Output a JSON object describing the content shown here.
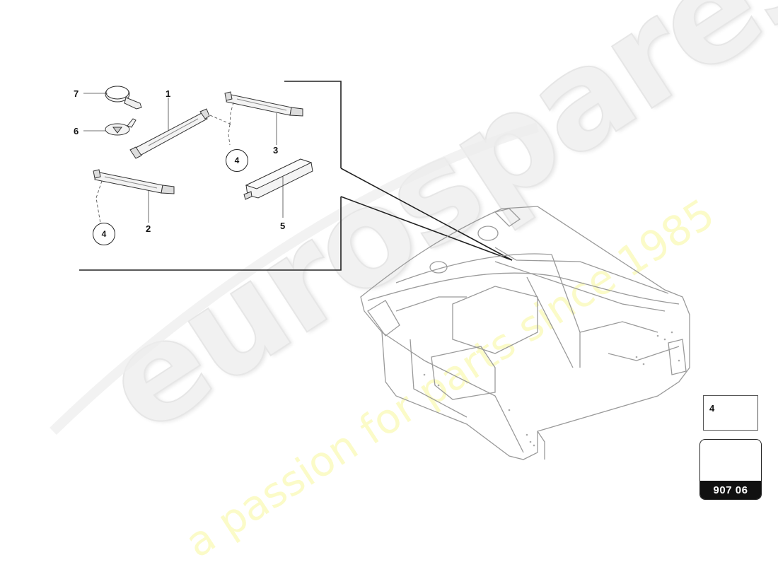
{
  "watermark": {
    "brand": "eurospares",
    "tagline": "a passion for parts since 1985",
    "brand_color": "#f1f1f1",
    "tagline_color": "#fbfbc8"
  },
  "detail_panel": {
    "callouts": [
      {
        "id": "1",
        "label": "1",
        "part": "antenna module (long bar)"
      },
      {
        "id": "2",
        "label": "2",
        "part": "antenna module (lower left)"
      },
      {
        "id": "3",
        "label": "3",
        "part": "antenna module (upper right)"
      },
      {
        "id": "4a",
        "label": "4",
        "part": "fastener (circled reference, upper)"
      },
      {
        "id": "4b",
        "label": "4",
        "part": "fastener (circled reference, lower)"
      },
      {
        "id": "5",
        "label": "5",
        "part": "control unit box"
      },
      {
        "id": "6",
        "label": "6",
        "part": "round sensor with connector"
      },
      {
        "id": "7",
        "label": "7",
        "part": "sensor bracket"
      }
    ]
  },
  "main_drawing": {
    "subject": "vehicle rear body structure / engine bay shell",
    "line_color": "#9a9a9a"
  },
  "fastener_legend": {
    "number": "4",
    "icon": "screw-icon"
  },
  "navigation_card": {
    "icon": "arrow-up-left-icon",
    "code": "907 06"
  }
}
